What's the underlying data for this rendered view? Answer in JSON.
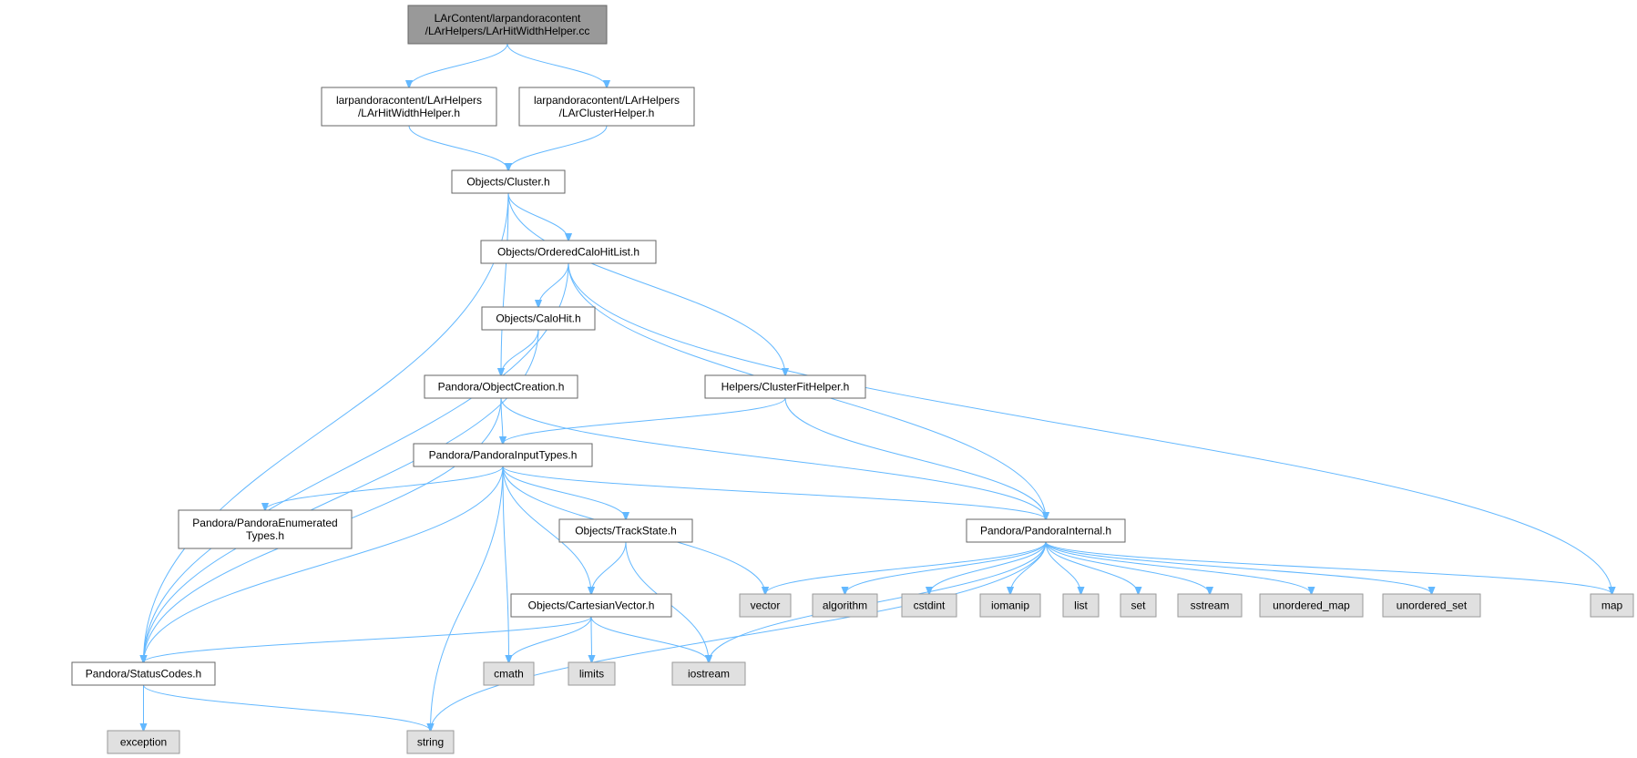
{
  "diagram": {
    "nodes": [
      {
        "id": "root",
        "lines": [
          "LArContent/larpandoracontent",
          "/LArHelpers/LArHitWidthHelper.cc"
        ],
        "kind": "root"
      },
      {
        "id": "hitwidth_h",
        "lines": [
          "larpandoracontent/LArHelpers",
          "/LArHitWidthHelper.h"
        ],
        "kind": "file"
      },
      {
        "id": "cluster_helper_h",
        "lines": [
          "larpandoracontent/LArHelpers",
          "/LArClusterHelper.h"
        ],
        "kind": "file"
      },
      {
        "id": "cluster_h",
        "lines": [
          "Objects/Cluster.h"
        ],
        "kind": "file"
      },
      {
        "id": "ordered_calohit_h",
        "lines": [
          "Objects/OrderedCaloHitList.h"
        ],
        "kind": "file"
      },
      {
        "id": "calohit_h",
        "lines": [
          "Objects/CaloHit.h"
        ],
        "kind": "file"
      },
      {
        "id": "object_creation_h",
        "lines": [
          "Pandora/ObjectCreation.h"
        ],
        "kind": "file"
      },
      {
        "id": "cluster_fit_helper_h",
        "lines": [
          "Helpers/ClusterFitHelper.h"
        ],
        "kind": "file"
      },
      {
        "id": "input_types_h",
        "lines": [
          "Pandora/PandoraInputTypes.h"
        ],
        "kind": "file"
      },
      {
        "id": "enumerated_types_h",
        "lines": [
          "Pandora/PandoraEnumerated",
          "Types.h"
        ],
        "kind": "file"
      },
      {
        "id": "track_state_h",
        "lines": [
          "Objects/TrackState.h"
        ],
        "kind": "file"
      },
      {
        "id": "pandora_internal_h",
        "lines": [
          "Pandora/PandoraInternal.h"
        ],
        "kind": "file"
      },
      {
        "id": "cartesian_vector_h",
        "lines": [
          "Objects/CartesianVector.h"
        ],
        "kind": "file"
      },
      {
        "id": "status_codes_h",
        "lines": [
          "Pandora/StatusCodes.h"
        ],
        "kind": "file"
      },
      {
        "id": "vector",
        "lines": [
          "vector"
        ],
        "kind": "sys"
      },
      {
        "id": "algorithm",
        "lines": [
          "algorithm"
        ],
        "kind": "sys"
      },
      {
        "id": "cstdint",
        "lines": [
          "cstdint"
        ],
        "kind": "sys"
      },
      {
        "id": "iomanip",
        "lines": [
          "iomanip"
        ],
        "kind": "sys"
      },
      {
        "id": "list",
        "lines": [
          "list"
        ],
        "kind": "sys"
      },
      {
        "id": "set",
        "lines": [
          "set"
        ],
        "kind": "sys"
      },
      {
        "id": "sstream",
        "lines": [
          "sstream"
        ],
        "kind": "sys"
      },
      {
        "id": "unordered_map",
        "lines": [
          "unordered_map"
        ],
        "kind": "sys"
      },
      {
        "id": "unordered_set",
        "lines": [
          "unordered_set"
        ],
        "kind": "sys"
      },
      {
        "id": "map",
        "lines": [
          "map"
        ],
        "kind": "sys"
      },
      {
        "id": "cmath",
        "lines": [
          "cmath"
        ],
        "kind": "sys"
      },
      {
        "id": "limits",
        "lines": [
          "limits"
        ],
        "kind": "sys"
      },
      {
        "id": "iostream",
        "lines": [
          "iostream"
        ],
        "kind": "sys"
      },
      {
        "id": "exception",
        "lines": [
          "exception"
        ],
        "kind": "sys"
      },
      {
        "id": "string",
        "lines": [
          "string"
        ],
        "kind": "sys"
      }
    ],
    "edges": [
      [
        "root",
        "hitwidth_h"
      ],
      [
        "root",
        "cluster_helper_h"
      ],
      [
        "hitwidth_h",
        "cluster_h"
      ],
      [
        "cluster_helper_h",
        "cluster_h"
      ],
      [
        "cluster_h",
        "ordered_calohit_h"
      ],
      [
        "cluster_h",
        "object_creation_h"
      ],
      [
        "cluster_h",
        "cluster_fit_helper_h"
      ],
      [
        "cluster_h",
        "status_codes_h"
      ],
      [
        "ordered_calohit_h",
        "calohit_h"
      ],
      [
        "ordered_calohit_h",
        "status_codes_h"
      ],
      [
        "ordered_calohit_h",
        "pandora_internal_h"
      ],
      [
        "ordered_calohit_h",
        "map"
      ],
      [
        "calohit_h",
        "object_creation_h"
      ],
      [
        "calohit_h",
        "status_codes_h"
      ],
      [
        "object_creation_h",
        "input_types_h"
      ],
      [
        "object_creation_h",
        "pandora_internal_h"
      ],
      [
        "object_creation_h",
        "status_codes_h"
      ],
      [
        "cluster_fit_helper_h",
        "input_types_h"
      ],
      [
        "cluster_fit_helper_h",
        "pandora_internal_h"
      ],
      [
        "input_types_h",
        "enumerated_types_h"
      ],
      [
        "input_types_h",
        "track_state_h"
      ],
      [
        "input_types_h",
        "pandora_internal_h"
      ],
      [
        "input_types_h",
        "cartesian_vector_h"
      ],
      [
        "input_types_h",
        "status_codes_h"
      ],
      [
        "input_types_h",
        "vector"
      ],
      [
        "input_types_h",
        "cmath"
      ],
      [
        "input_types_h",
        "string"
      ],
      [
        "track_state_h",
        "cartesian_vector_h"
      ],
      [
        "track_state_h",
        "iostream"
      ],
      [
        "cartesian_vector_h",
        "status_codes_h"
      ],
      [
        "cartesian_vector_h",
        "cmath"
      ],
      [
        "cartesian_vector_h",
        "limits"
      ],
      [
        "cartesian_vector_h",
        "iostream"
      ],
      [
        "pandora_internal_h",
        "vector"
      ],
      [
        "pandora_internal_h",
        "algorithm"
      ],
      [
        "pandora_internal_h",
        "cstdint"
      ],
      [
        "pandora_internal_h",
        "iomanip"
      ],
      [
        "pandora_internal_h",
        "list"
      ],
      [
        "pandora_internal_h",
        "set"
      ],
      [
        "pandora_internal_h",
        "sstream"
      ],
      [
        "pandora_internal_h",
        "unordered_map"
      ],
      [
        "pandora_internal_h",
        "unordered_set"
      ],
      [
        "pandora_internal_h",
        "map"
      ],
      [
        "pandora_internal_h",
        "iostream"
      ],
      [
        "pandora_internal_h",
        "string"
      ],
      [
        "status_codes_h",
        "exception"
      ],
      [
        "status_codes_h",
        "string"
      ]
    ]
  }
}
